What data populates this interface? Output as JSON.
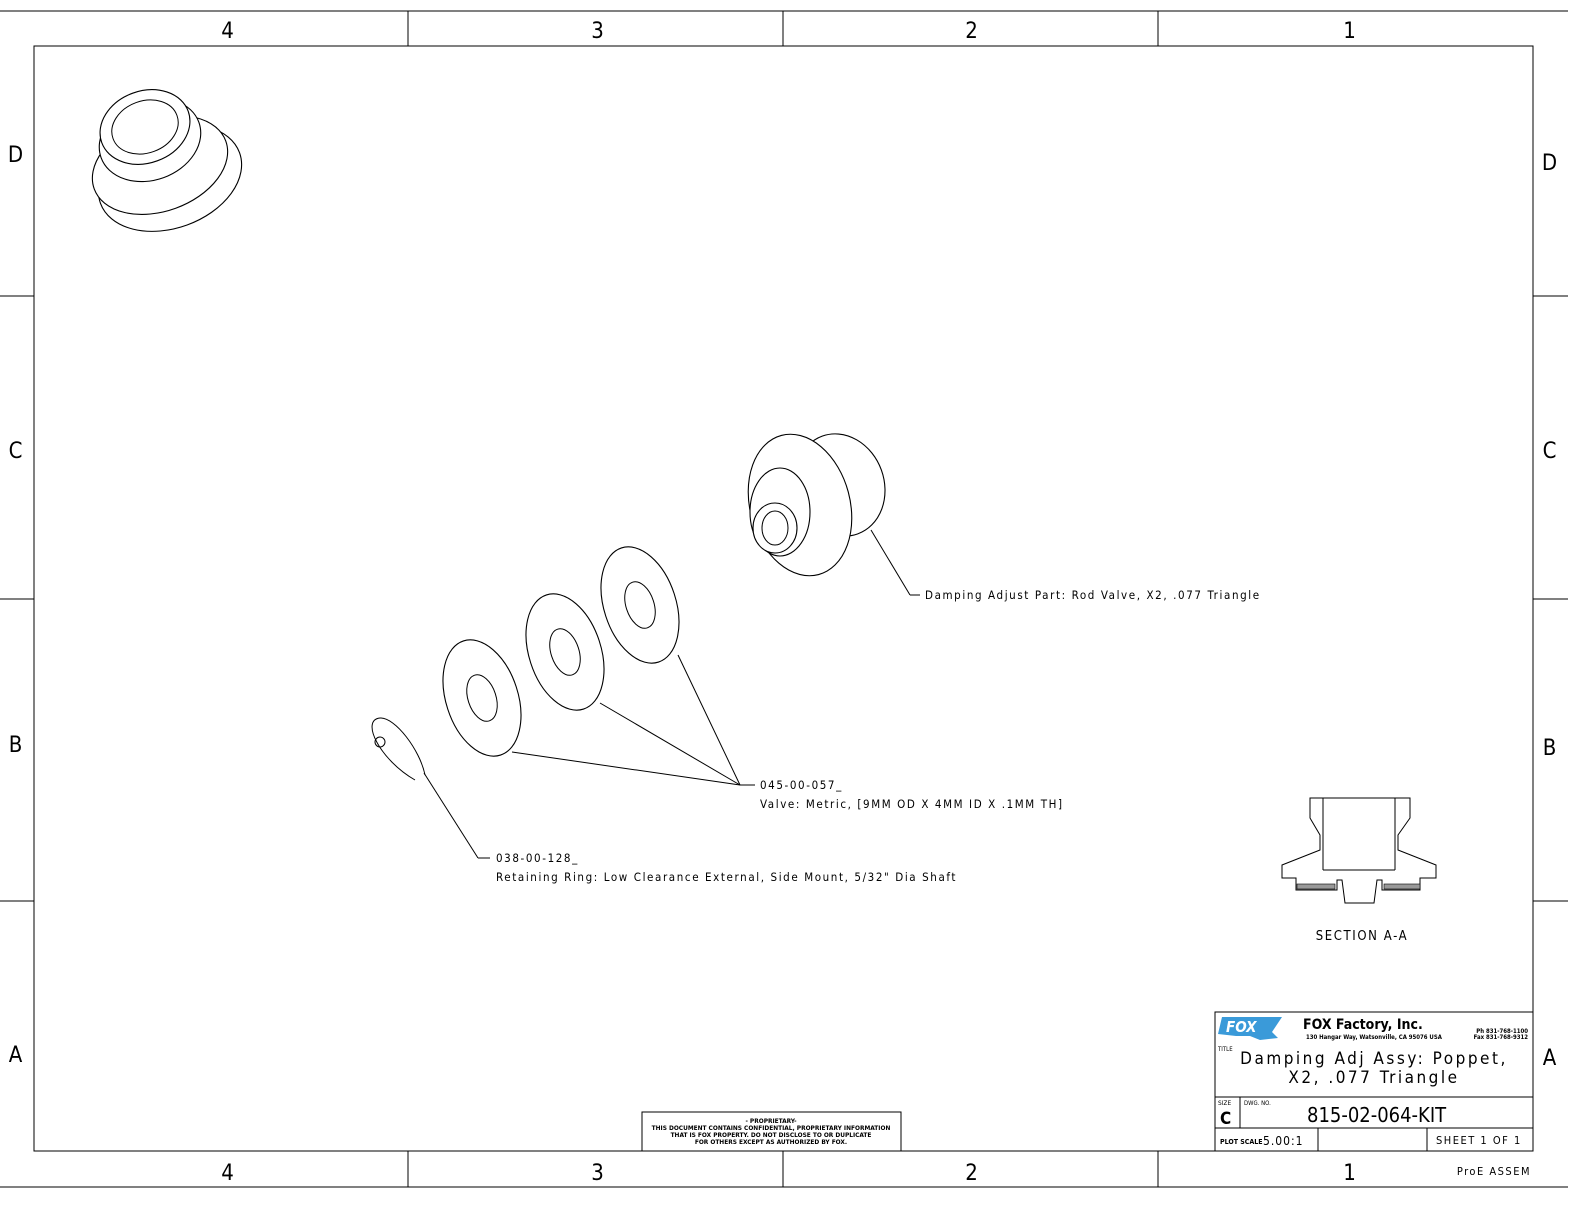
{
  "zones": {
    "columns": [
      "4",
      "3",
      "2",
      "1"
    ],
    "rows": [
      "D",
      "C",
      "B",
      "A"
    ]
  },
  "callouts": {
    "damping_part": "Damping Adjust Part:  Rod Valve, X2, .077 Triangle",
    "valve_number": "045-00-057_",
    "valve_desc": "Valve: Metric, [9MM OD X 4MM ID X .1MM TH]",
    "ring_number": "038-00-128_",
    "ring_desc": "Retaining Ring: Low Clearance External, Side Mount, 5/32\" Dia Shaft"
  },
  "section_label": "SECTION  A-A",
  "proprietary": {
    "heading": "- PROPRIETARY-",
    "line1": "THIS DOCUMENT CONTAINS CONFIDENTIAL, PROPRIETARY INFORMATION",
    "line2": "THAT IS FOX PROPERTY.  DO NOT DISCLOSE TO OR DUPLICATE",
    "line3": "FOR OTHERS EXCEPT AS AUTHORIZED BY FOX."
  },
  "title_block": {
    "logo_text": "FOX",
    "company": "FOX Factory, Inc.",
    "address": "130 Hangar Way, Watsonville, CA 95076 USA",
    "phone": "Ph 831-768-1100",
    "fax": "Fax 831-768-9312",
    "title_label": "TITLE",
    "title_line1": "Damping Adj Assy: Poppet,",
    "title_line2": "X2, .077 Triangle",
    "size_label": "SIZE",
    "size": "C",
    "dwg_label": "DWG. NO.",
    "dwg_no": "815-02-064-KIT",
    "plot_scale_label": "PLOT SCALE",
    "plot_scale": "5.00:1",
    "sheet": "SHEET 1 OF 1",
    "software": "ProE ASSEM"
  },
  "colors": {
    "logo": "#3a9ad9"
  }
}
